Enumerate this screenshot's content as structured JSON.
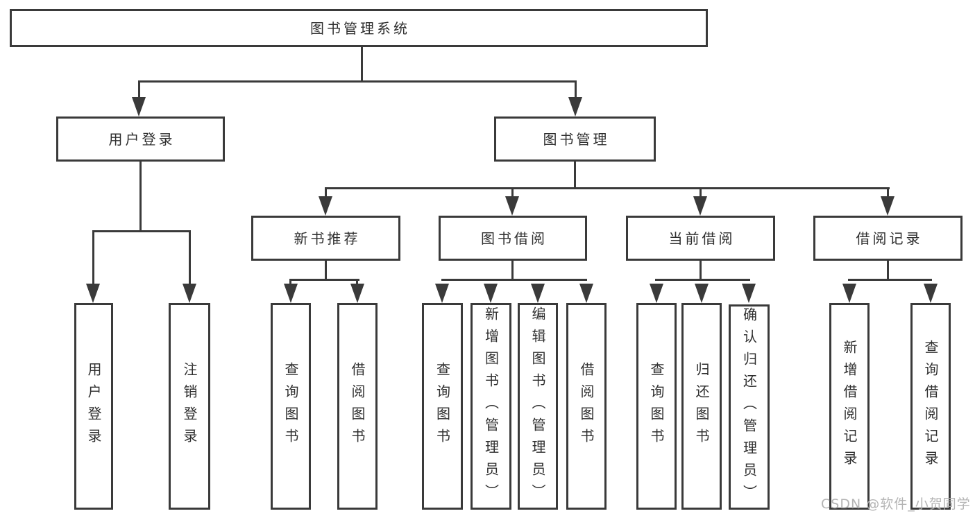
{
  "diagram": {
    "root": {
      "label": "图书管理系统"
    },
    "level2": [
      {
        "label": "用户登录"
      },
      {
        "label": "图书管理"
      }
    ],
    "level3": [
      {
        "label": "新书推荐"
      },
      {
        "label": "图书借阅"
      },
      {
        "label": "当前借阅"
      },
      {
        "label": "借阅记录"
      }
    ],
    "leaves": {
      "user_login": [
        "用户登录",
        "注销登录"
      ],
      "new_book_recommend": [
        "查询图书",
        "借阅图书"
      ],
      "book_borrow": [
        "查询图书",
        "新增图书（管理员）",
        "编辑图书（管理员）",
        "借阅图书"
      ],
      "current_borrow": [
        "查询图书",
        "归还图书",
        "确认归还（管理员）"
      ],
      "borrow_records": [
        "新增借阅记录",
        "查询借阅记录"
      ]
    }
  },
  "watermark": {
    "text": "CSDN @软件_小贺同学",
    "color": "#aeaeae"
  },
  "colors": {
    "line": "#3a3a3a",
    "text": "#2f2f2f",
    "background": "#ffffff"
  }
}
